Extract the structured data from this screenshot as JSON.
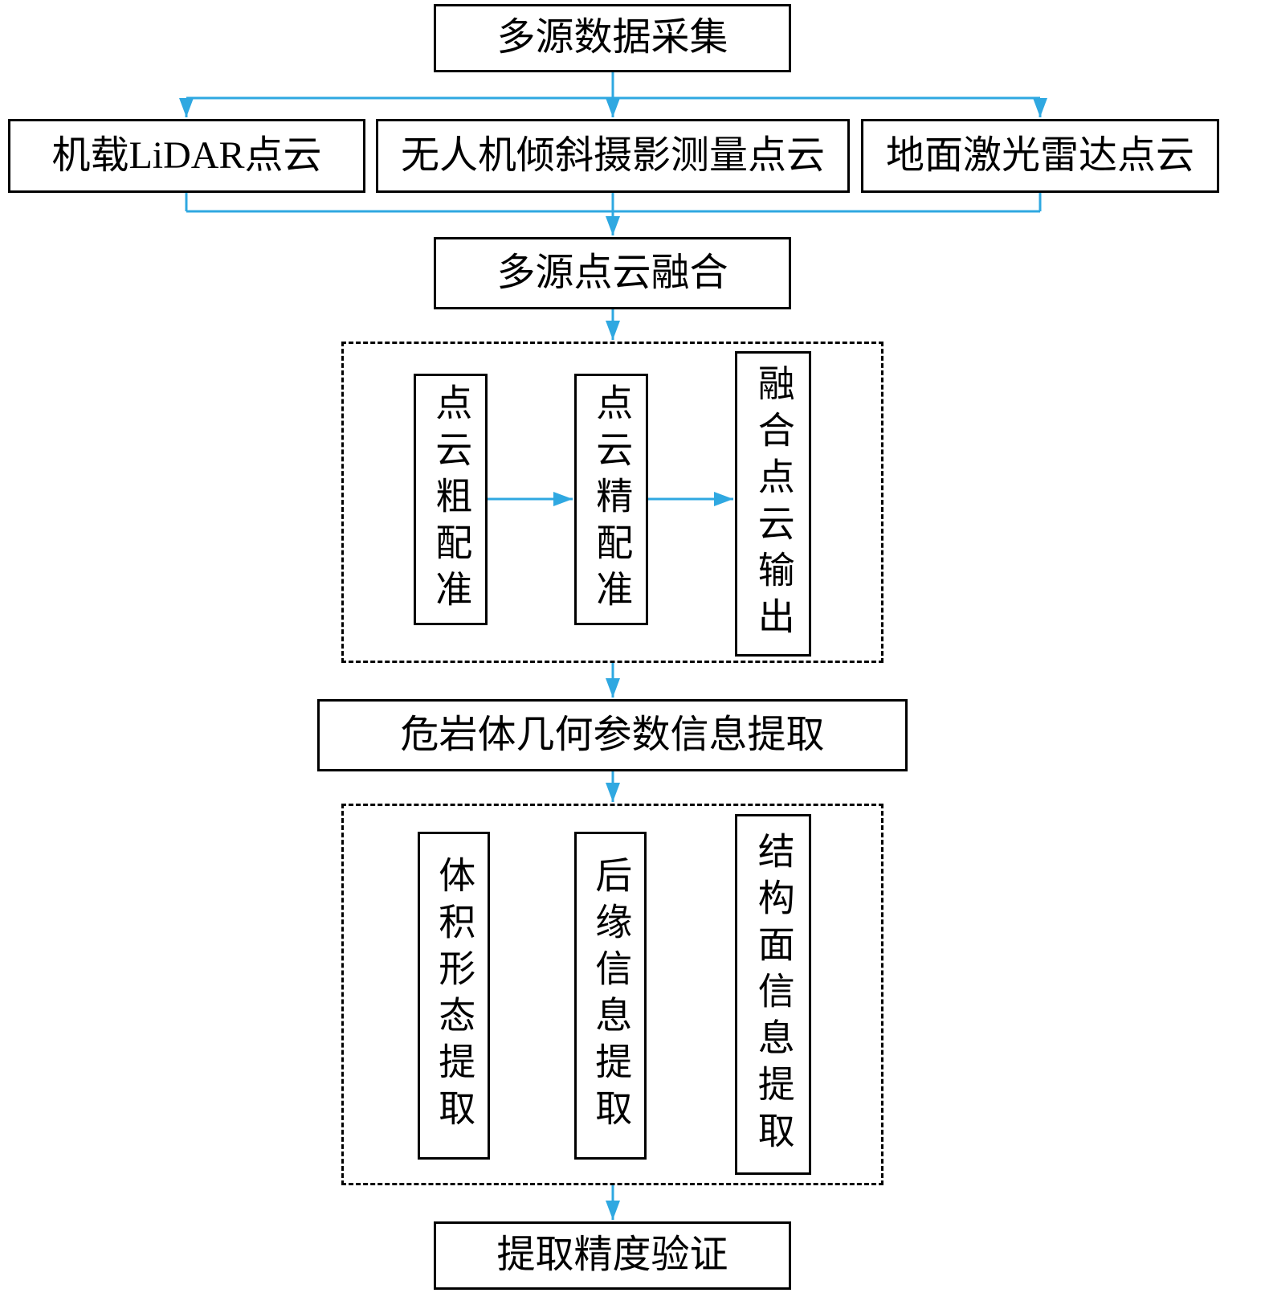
{
  "diagram": {
    "top": {
      "label": "多源数据采集"
    },
    "sources": [
      {
        "label": "机载LiDAR点云"
      },
      {
        "label": "无人机倾斜摄影测量点云"
      },
      {
        "label": "地面激光雷达点云"
      }
    ],
    "fusion": {
      "label": "多源点云融合"
    },
    "fusion_steps": [
      {
        "label": "点云粗配准"
      },
      {
        "label": "点云精配准"
      },
      {
        "label": "融合点云输出"
      }
    ],
    "extraction": {
      "label": "危岩体几何参数信息提取"
    },
    "extraction_steps": [
      {
        "label": "体积形态提取"
      },
      {
        "label": "后缘信息提取"
      },
      {
        "label": "结构面信息提取"
      }
    ],
    "validation": {
      "label": "提取精度验证"
    },
    "colors": {
      "arrow": "#2fa8e1",
      "border": "#000000",
      "background": "#ffffff"
    }
  }
}
